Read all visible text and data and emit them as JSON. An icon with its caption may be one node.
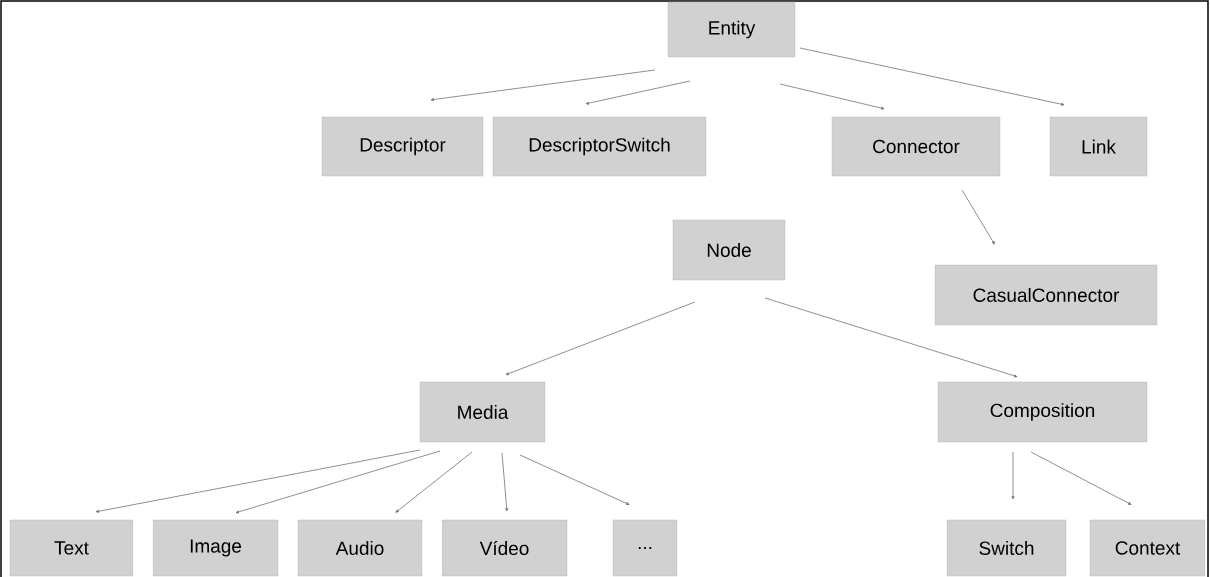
{
  "diagram": {
    "nodes": [
      {
        "text": [
          "Entity"
        ]
      },
      {
        "text": [
          "Descriptor"
        ]
      },
      {
        "text": [
          "DescriptorSwitch"
        ]
      },
      {
        "text": [
          "Connector"
        ]
      },
      {
        "text": [
          "Link"
        ]
      },
      {
        "text": [
          "Node"
        ]
      },
      {
        "text": [
          "CasualConnector"
        ]
      },
      {
        "text": [
          "Media"
        ]
      },
      {
        "text": [
          "Composition"
        ]
      },
      {
        "text": [
          "Text"
        ]
      },
      {
        "text": [
          "Image"
        ]
      },
      {
        "text": [
          "Audio"
        ]
      },
      {
        "text": [
          "Vídeo"
        ]
      },
      {
        "text": [
          "..."
        ]
      },
      {
        "text": [
          "Switch"
        ]
      },
      {
        "text": [
          "Context"
        ]
      }
    ],
    "edges": [
      {
        "from": 0,
        "to": 1,
        "arrow": "to"
      },
      {
        "from": 0,
        "to": 2,
        "arrow": "to"
      },
      {
        "from": 0,
        "to": 3,
        "arrow": "to"
      },
      {
        "from": 0,
        "to": 4,
        "arrow": "to"
      },
      {
        "from": 3,
        "to": 6,
        "arrow": "to"
      },
      {
        "from": 5,
        "to": 7,
        "arrow": "to"
      },
      {
        "from": 5,
        "to": 8,
        "arrow": "to"
      },
      {
        "from": 7,
        "to": 9,
        "arrow": "to"
      },
      {
        "from": 7,
        "to": 10,
        "arrow": "to"
      },
      {
        "from": 7,
        "to": 11,
        "arrow": "to"
      },
      {
        "from": 7,
        "to": 12,
        "arrow": "to"
      },
      {
        "from": 7,
        "to": 13,
        "arrow": "to"
      },
      {
        "from": 8,
        "to": 14,
        "arrow": "to"
      },
      {
        "from": 8,
        "to": 15,
        "arrow": "to"
      }
    ]
  }
}
